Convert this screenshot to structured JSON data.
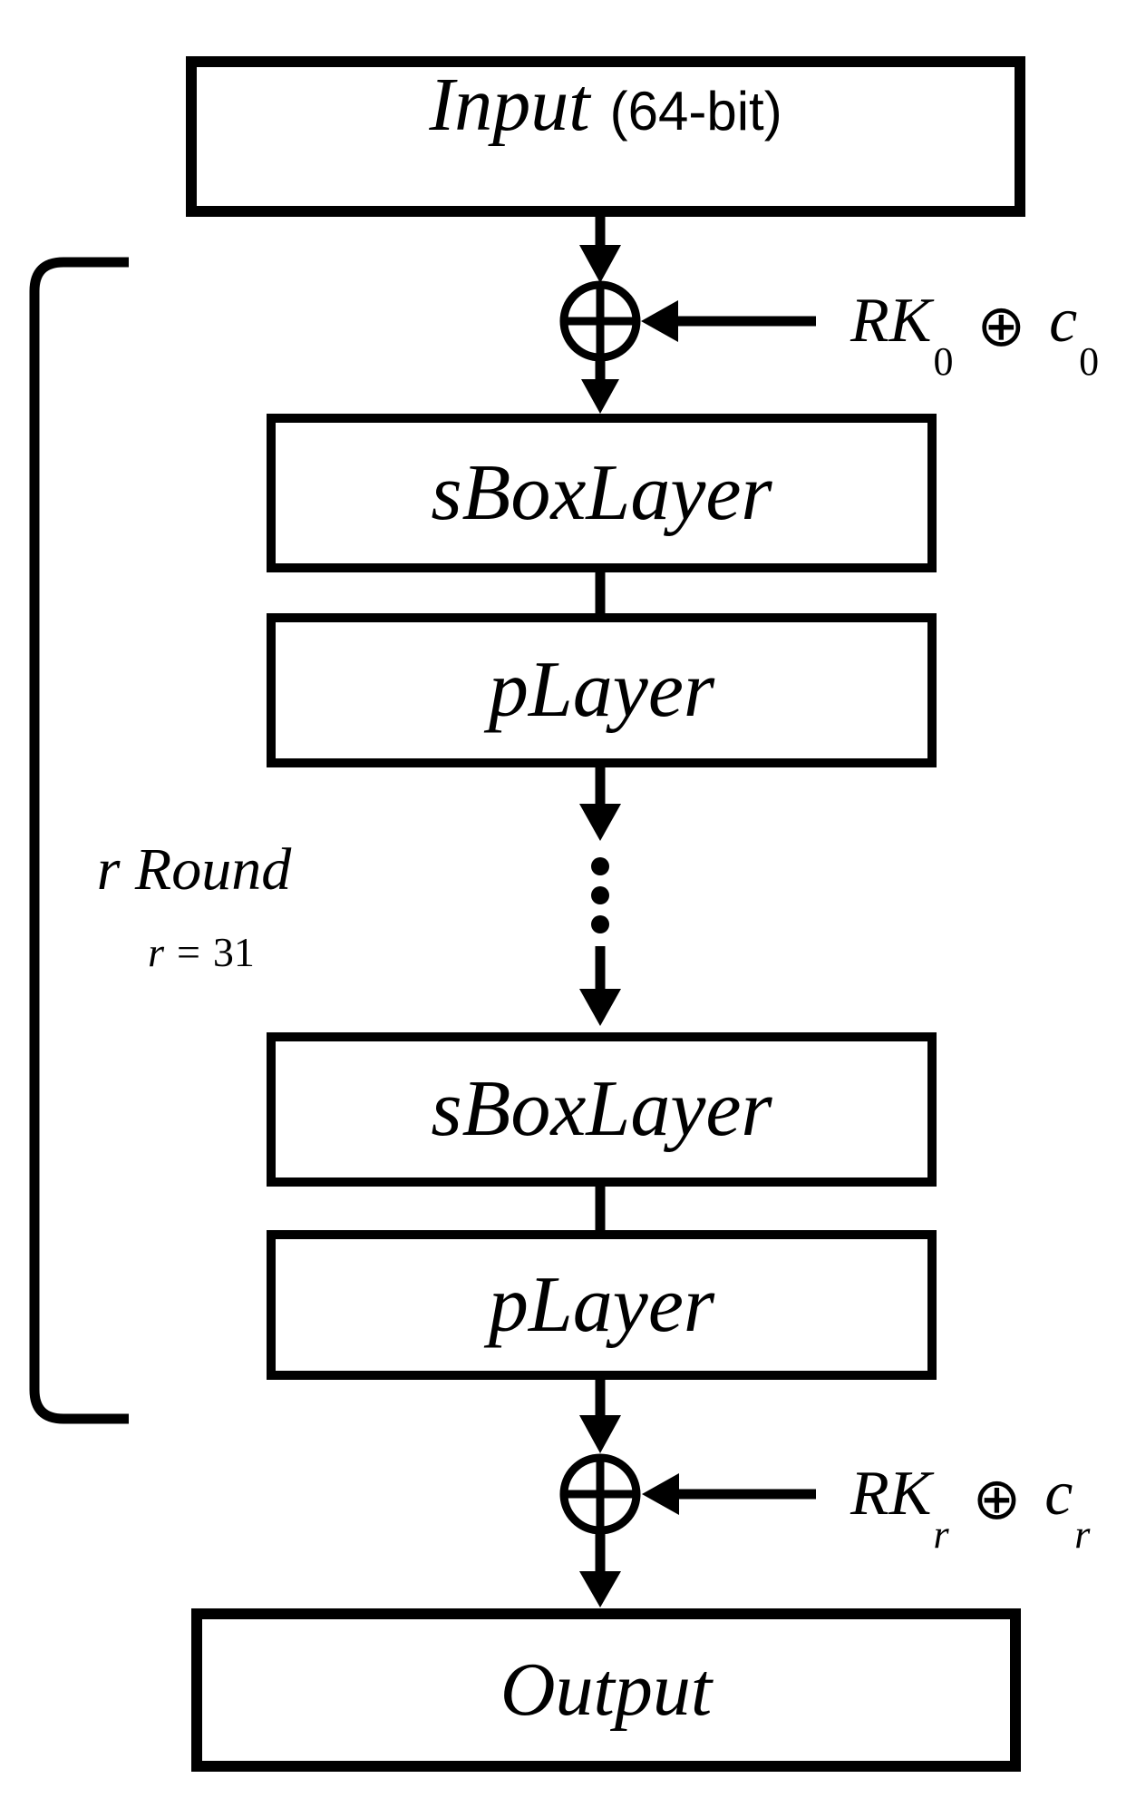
{
  "diagram": {
    "input_box": {
      "label": "Input",
      "bits": "(64-bit)"
    },
    "xor_top": {
      "key": "RK",
      "key_sub": "0",
      "op": "⊕",
      "const": "c",
      "const_sub": "0"
    },
    "round_group": {
      "sbox_top": "sBoxLayer",
      "player_top": "pLayer",
      "sbox_bottom": "sBoxLayer",
      "player_bottom": "pLayer",
      "annotation_title": "r Round",
      "annotation_eq_lhs": "r",
      "annotation_eq_sign": "=",
      "annotation_eq_value": "31"
    },
    "xor_bottom": {
      "key": "RK",
      "key_sub": "r",
      "op": "⊕",
      "const": "c",
      "const_sub": "r"
    },
    "output_box": {
      "label": "Output"
    },
    "icons": {
      "xor_node": "circled-plus",
      "ellipsis": "vertical-ellipsis",
      "round_bracket": "left-square-bracket"
    },
    "colors": {
      "ink": "#000000",
      "background": "#ffffff"
    }
  }
}
